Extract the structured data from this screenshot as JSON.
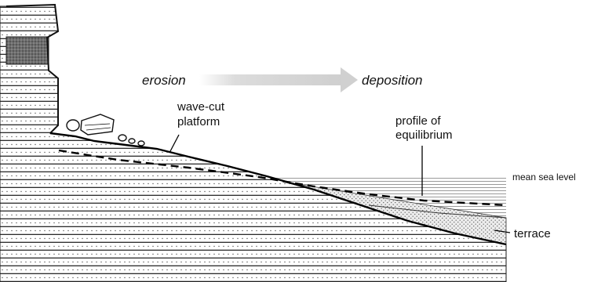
{
  "labels": {
    "erosion": "erosion",
    "deposition": "deposition",
    "wave_cut_platform_line1": "wave-cut",
    "wave_cut_platform_line2": "platform",
    "profile_line1": "profile of",
    "profile_line2": "equilibrium",
    "mean_sea_level": "mean sea level",
    "terrace": "terrace"
  }
}
